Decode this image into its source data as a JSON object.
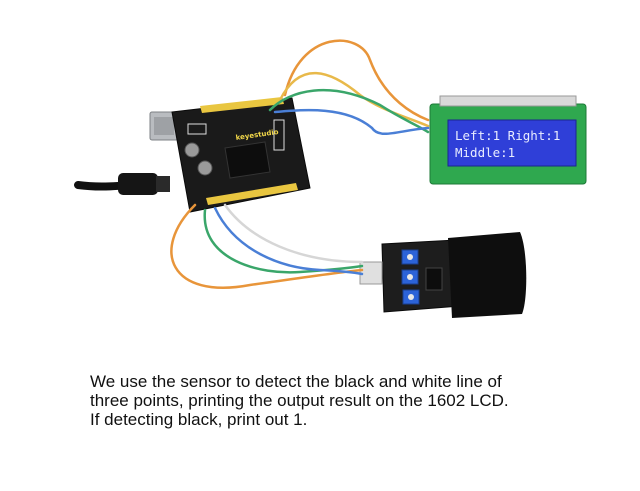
{
  "lcd": {
    "line1": "Left:1  Right:1",
    "line2": "Middle:1"
  },
  "board": {
    "brand": "keyestudio"
  },
  "caption": {
    "line1": "We use the sensor to detect the black and white line of",
    "line2": "three points, printing the output result on the 1602 LCD.",
    "line3": "If detecting black, print out 1."
  },
  "colors": {
    "lcd_screen": "#2f3fd8",
    "lcd_pcb": "#2fa84f",
    "board": "#1a1a1a",
    "header": "#e9c640",
    "wire_orange": "#e8953a",
    "wire_green": "#3aa66a",
    "wire_blue": "#4a7fd6",
    "wire_white": "#d6d6d6"
  }
}
